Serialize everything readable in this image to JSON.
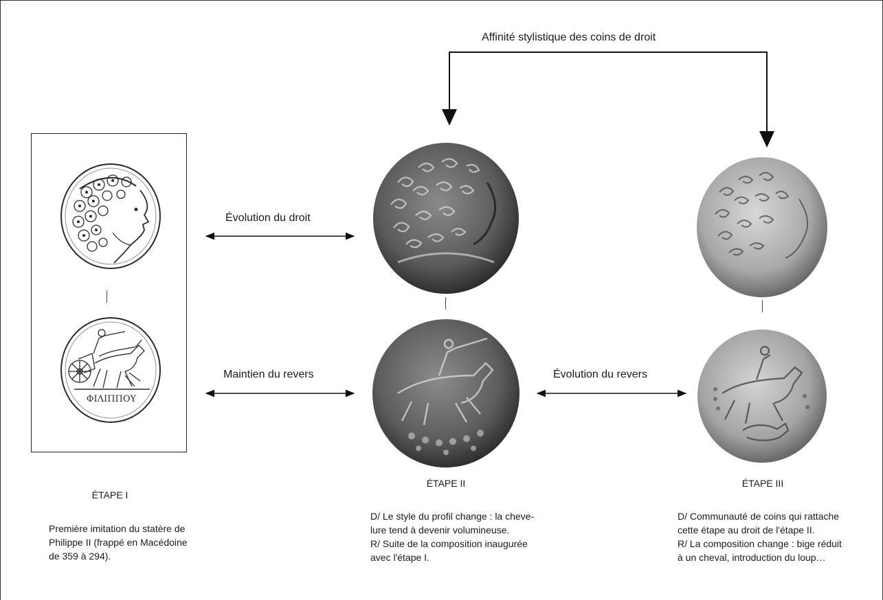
{
  "relations": {
    "top": "Affinité stylistique des coins de droit",
    "obverse": "Évolution du droit",
    "reverse_keep": "Maintien du revers",
    "reverse_evo": "Évolution du revers"
  },
  "stages": [
    {
      "title": "ÉTAPE I",
      "desc": [
        "Première imitation du statère de",
        "Philippe II (frappé en Macédoine",
        "de 359 à 294)."
      ],
      "coin_inscription": "ΦΙΛΙΠΠΟΥ"
    },
    {
      "title": "ÉTAPE II",
      "desc": [
        "D/ Le style du profil change : la cheve-",
        "lure tend à devenir volumineuse.",
        "R/ Suite de la composition inaugurée",
        "avec l'étape I."
      ]
    },
    {
      "title": "ÉTAPE III",
      "desc": [
        "D/ Communauté de coins qui rattache",
        "cette étape au droit de l'étape II.",
        "R/ La composition change : bige réduit",
        "à un cheval, introduction du loup…"
      ]
    }
  ],
  "colors": {
    "line": "#111111",
    "engraving": "#2a2a2a",
    "coin2_dark": "#3a3a3a",
    "coin2_mid": "#7a7a7a",
    "coin3_light": "#bdbdbd"
  }
}
